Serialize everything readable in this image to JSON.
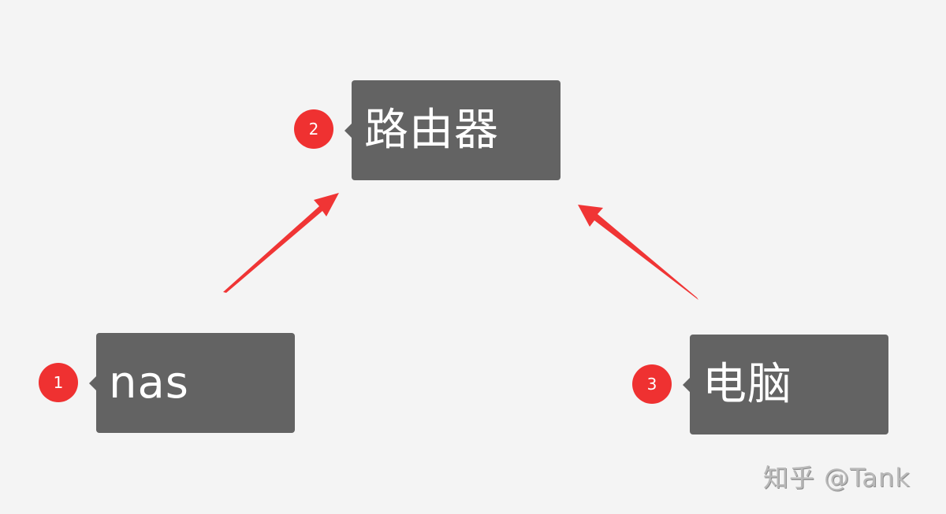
{
  "diagram": {
    "background": "#f4f4f4",
    "node_color": "#636363",
    "badge_color": "#ef3131",
    "arrow_color": "#f03535",
    "nodes": [
      {
        "id": "nas",
        "badge": "1",
        "label": "nas"
      },
      {
        "id": "router",
        "badge": "2",
        "label": "路由器"
      },
      {
        "id": "computer",
        "badge": "3",
        "label": "电脑"
      }
    ],
    "edges": [
      {
        "from": "nas",
        "to": "router"
      },
      {
        "from": "computer",
        "to": "router"
      }
    ]
  },
  "watermark": "知乎 @Tank"
}
